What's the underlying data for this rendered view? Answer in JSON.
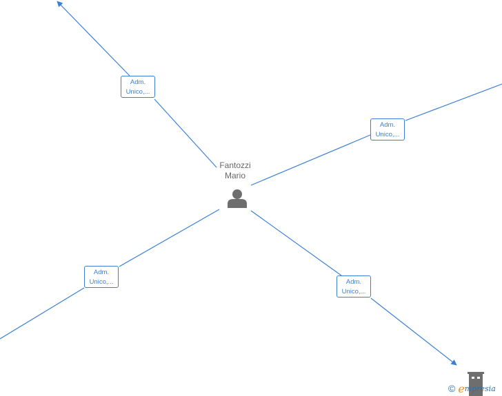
{
  "center_person": {
    "name_line1": "Fantozzi",
    "name_line2": "Mario",
    "icon": "person-silhouette-icon"
  },
  "edges": [
    {
      "id": "upper-left",
      "label_line1": "Adm.",
      "label_line2": "Unico,...",
      "arrow": "outgoing"
    },
    {
      "id": "upper-right",
      "label_line1": "Adm.",
      "label_line2": "Unico,...",
      "arrow": "none"
    },
    {
      "id": "lower-left",
      "label_line1": "Adm.",
      "label_line2": "Unico,...",
      "arrow": "none"
    },
    {
      "id": "lower-right",
      "label_line1": "Adm.",
      "label_line2": "Unico,...",
      "arrow": "outgoing"
    }
  ],
  "company_node": {
    "icon": "building-icon"
  },
  "colors": {
    "link": "#3a7fd6",
    "person": "#6e6e6e",
    "brand_blue": "#2b6fa8",
    "brand_orange": "#f28c1b"
  },
  "brand": {
    "copyright": "©",
    "logo_initial": "e",
    "logo_rest": "mpresia"
  }
}
